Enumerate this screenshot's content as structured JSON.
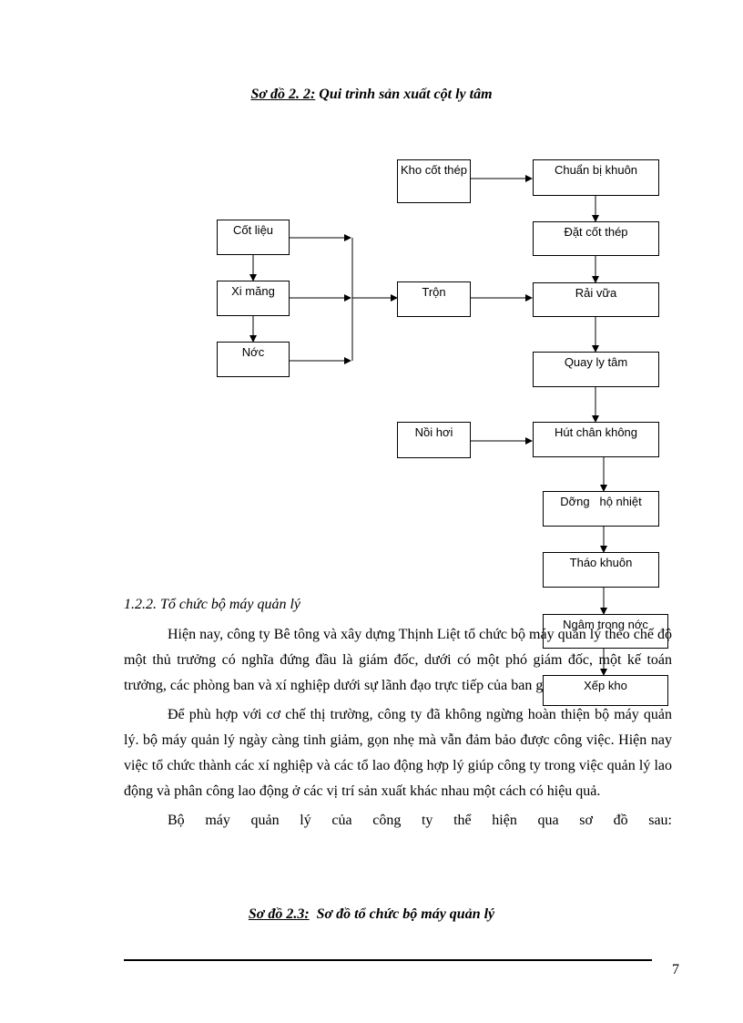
{
  "diagram_title": {
    "label": "Sơ đồ 2. 2:",
    "text": " Qui trình sản xuất cột ly tâm"
  },
  "flowchart": {
    "nodes": {
      "kho_cot_thep": "Kho cốt thép",
      "chuan_bi_khuon": "Chuẩn bị khuôn",
      "cot_lieu": "Cốt liệu",
      "dat_cot_thep": "Đặt cốt thép",
      "xi_mang": "Xi măng",
      "tron": "Trộn",
      "rai_vua": "Rải vữa",
      "nuoc": "Nớc",
      "quay_ly_tam": "Quay ly tâm",
      "noi_hoi": "Nồi hơi",
      "hut_chan_khong": "Hút chân không",
      "dong_ho_nhiet": "Dỡng   hộ nhiệt",
      "thao_khuon": "Tháo khuôn",
      "ngam_trong_nuoc": "Ngâm trong nớc",
      "xep_kho": "Xếp kho"
    }
  },
  "section_heading": "1.2.2. Tổ chức bộ máy quản lý",
  "paragraphs": [
    "Hiện nay, công ty Bê tông và xây dựng Thịnh Liệt tổ chức bộ máy quản lý theo chế độ một thủ trưởng có nghĩa đứng đầu là giám đốc, dưới có một phó giám đốc, một kế toán trưởng, các phòng ban và xí nghiệp dưới sự lãnh đạo trực tiếp của ban giám đốc.",
    "Để phù hợp với cơ chế thị trường, công ty đã không ngừng hoàn thiện bộ máy quản lý. bộ máy quản lý ngày càng tinh giảm, gọn nhẹ mà vẫn đảm bảo được công việc. Hiện nay việc tổ chức thành các xí nghiệp và các tổ lao động hợp lý giúp công ty trong việc quản lý lao động và phân công lao động ở các vị trí sản xuất khác nhau một cách có hiệu quả.",
    "Bộ máy quản lý của công ty thể hiện qua sơ đồ sau:"
  ],
  "diagram_title_2": {
    "label": "Sơ đồ 2.3:",
    "text": "  Sơ đồ tổ chức bộ máy quản lý"
  },
  "page_number": "7"
}
